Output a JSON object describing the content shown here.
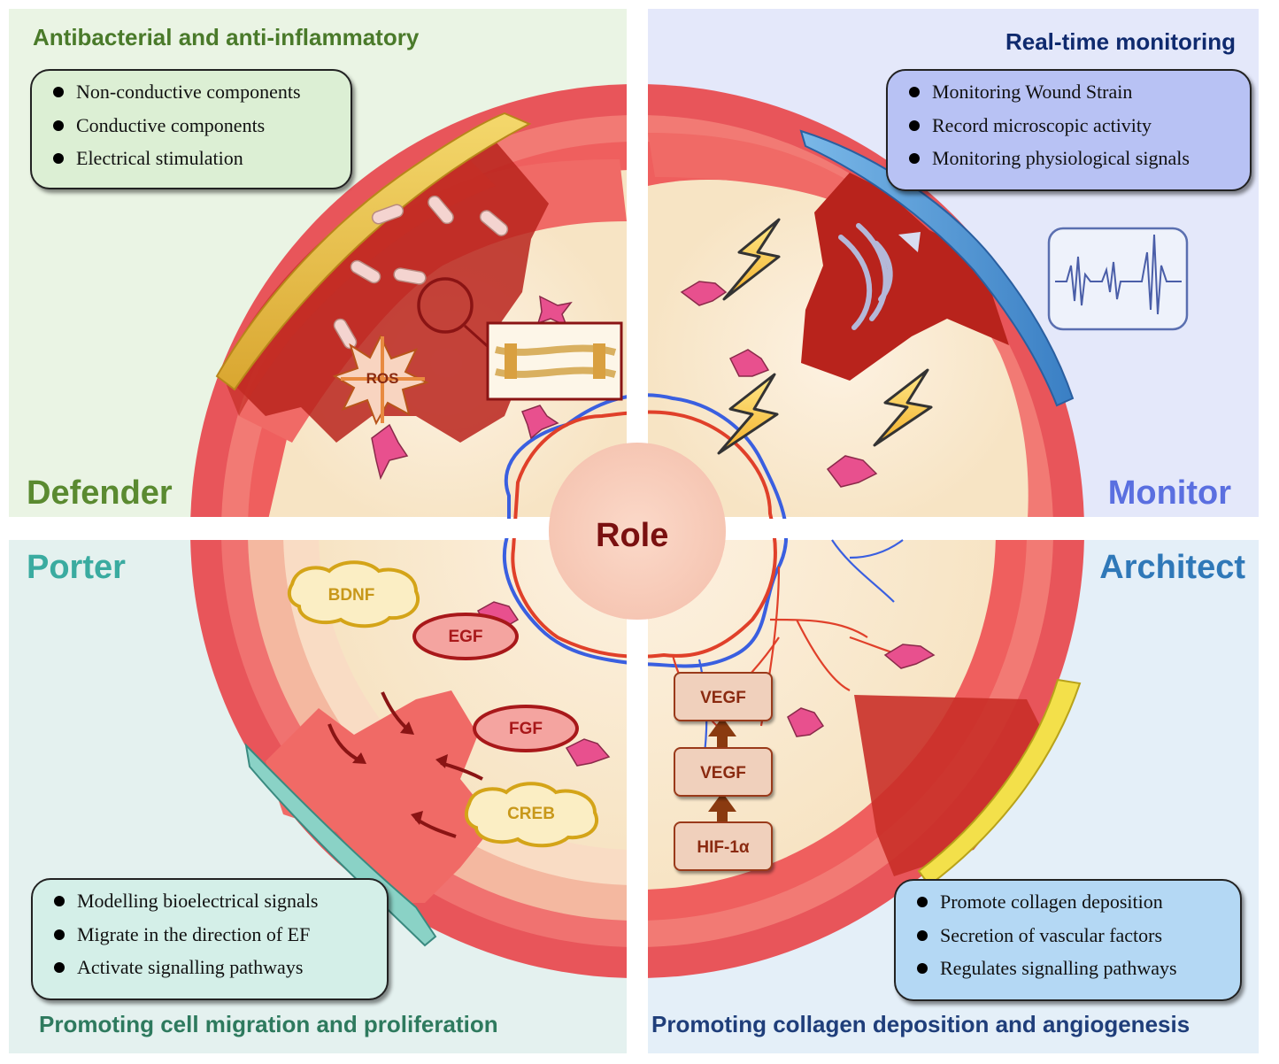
{
  "center_label": "Role",
  "quadrants": {
    "defender": {
      "title": "Antibacterial and anti-inflammatory",
      "role": "Defender",
      "items": [
        "Non-conductive components",
        "Conductive components",
        "Electrical stimulation"
      ],
      "title_color": "#4a7a2a",
      "box_color": "#dcefd4"
    },
    "monitor": {
      "title": "Real-time monitoring",
      "role": "Monitor",
      "items": [
        "Monitoring Wound Strain",
        "Record microscopic activity",
        "Monitoring physiological signals"
      ],
      "title_color": "#0f2a6e",
      "role_color": "#5a6fe0",
      "box_color": "#b8c2f4"
    },
    "porter": {
      "role": "Porter",
      "title": "Promoting cell migration and proliferation",
      "items": [
        "Modelling bioelectrical signals",
        "Migrate in the direction of EF",
        "Activate signalling pathways"
      ],
      "role_color": "#3aaba0",
      "title_color": "#2e7a5e",
      "box_color": "#d4efe8"
    },
    "architect": {
      "role": "Architect",
      "title": "Promoting collagen deposition and angiogenesis",
      "items": [
        "Promote collagen deposition",
        "Secretion of vascular factors",
        "Regulates signalling pathways"
      ],
      "role_color": "#2f78b8",
      "title_color": "#1f3e7a",
      "box_color": "#b4d8f4"
    }
  },
  "growth_factors": [
    "BDNF",
    "EGF",
    "FGF",
    "CREB"
  ],
  "pathway": [
    "VEGF",
    "VEGF",
    "HIF-1α"
  ],
  "ros_label": "ROS"
}
